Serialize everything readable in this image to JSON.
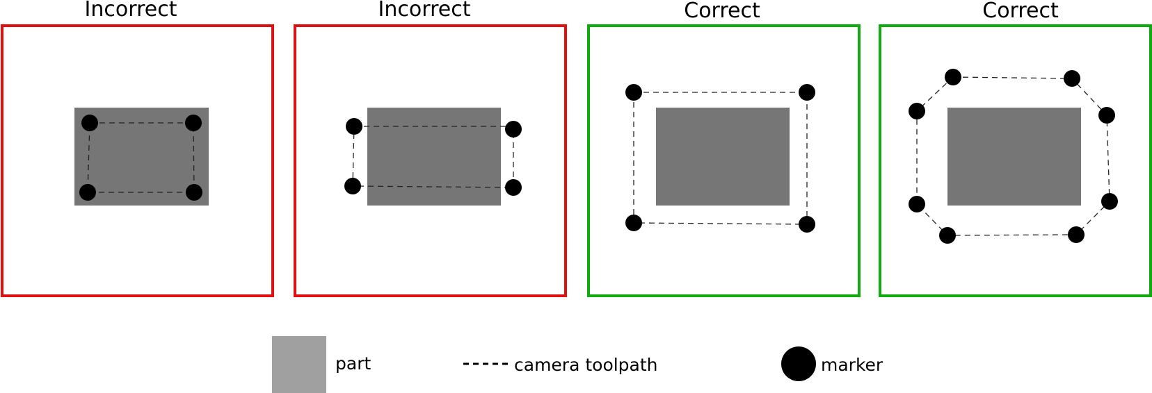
{
  "figure": {
    "panels": [
      {
        "id": "incorrect-1",
        "title": "Incorrect",
        "verdict": "incorrect",
        "description": "Markers placed on top of the part; toolpath inside part outline",
        "marker_count": 4
      },
      {
        "id": "incorrect-2",
        "title": "Incorrect",
        "verdict": "incorrect",
        "description": "Markers straddle left/right edges; toolpath crosses over the part",
        "marker_count": 4
      },
      {
        "id": "correct-1",
        "title": "Correct",
        "verdict": "correct",
        "description": "Four markers around the part; toolpath encloses the part",
        "marker_count": 4
      },
      {
        "id": "correct-2",
        "title": "Correct",
        "verdict": "correct",
        "description": "Eight markers in octagon around the part; toolpath encloses the part",
        "marker_count": 8
      }
    ],
    "legend": {
      "part_label": "part",
      "toolpath_label": "camera toolpath",
      "marker_label": "marker"
    },
    "colors": {
      "incorrect": "#dd1111",
      "correct": "#11aa11",
      "part": "#767676",
      "legend_part": "#a0a0a0",
      "marker": "#000000",
      "toolpath": "#000000"
    }
  }
}
